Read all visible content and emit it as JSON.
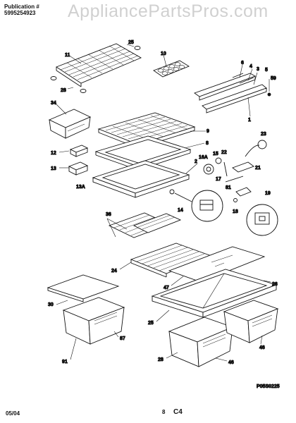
{
  "header": {
    "publication": "Publication #",
    "number": "5995254923"
  },
  "watermark": "AppliancePartsPros.com",
  "footer": {
    "date": "05/04",
    "page": "8",
    "section": "C4"
  },
  "diagram_id": "P05S0225",
  "parts": [
    {
      "id": "11",
      "label": "11"
    },
    {
      "id": "25",
      "label": "25"
    },
    {
      "id": "28",
      "label": "28"
    },
    {
      "id": "10",
      "label": "10"
    },
    {
      "id": "6",
      "label": "6"
    },
    {
      "id": "4",
      "label": "4"
    },
    {
      "id": "3",
      "label": "3"
    },
    {
      "id": "5",
      "label": "5"
    },
    {
      "id": "59",
      "label": "59"
    },
    {
      "id": "1",
      "label": "1"
    },
    {
      "id": "34",
      "label": "34"
    },
    {
      "id": "9",
      "label": "9"
    },
    {
      "id": "8",
      "label": "8"
    },
    {
      "id": "2",
      "label": "2"
    },
    {
      "id": "23",
      "label": "23"
    },
    {
      "id": "12",
      "label": "12"
    },
    {
      "id": "13",
      "label": "13"
    },
    {
      "id": "13A",
      "label": "13A"
    },
    {
      "id": "16A",
      "label": "16A"
    },
    {
      "id": "15",
      "label": "15"
    },
    {
      "id": "22",
      "label": "22"
    },
    {
      "id": "21",
      "label": "21"
    },
    {
      "id": "17",
      "label": "17"
    },
    {
      "id": "81",
      "label": "81"
    },
    {
      "id": "19",
      "label": "19"
    },
    {
      "id": "14",
      "label": "14"
    },
    {
      "id": "18",
      "label": "18"
    },
    {
      "id": "36",
      "label": "36"
    },
    {
      "id": "24",
      "label": "24"
    },
    {
      "id": "47",
      "label": "47"
    },
    {
      "id": "30",
      "label": "30"
    },
    {
      "id": "26",
      "label": "26"
    },
    {
      "id": "25b",
      "label": "25"
    },
    {
      "id": "87",
      "label": "87"
    },
    {
      "id": "91",
      "label": "91"
    },
    {
      "id": "28b",
      "label": "28"
    },
    {
      "id": "46a",
      "label": "46"
    },
    {
      "id": "46b",
      "label": "46"
    }
  ]
}
